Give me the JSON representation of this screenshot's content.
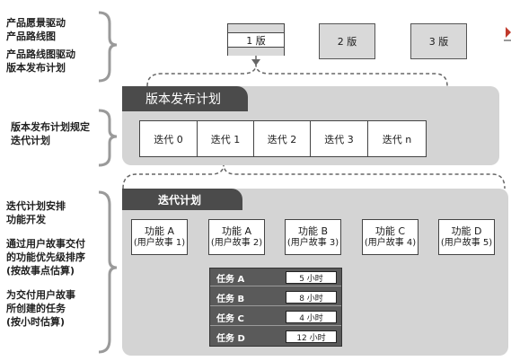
{
  "left_labels": {
    "g1": {
      "l1": "产品愿景驱动",
      "l2": "产品路线图",
      "l3": "产品路线图驱动",
      "l4": "版本发布计划"
    },
    "g2": {
      "l1": "版本发布计划规定",
      "l2": "迭代计划"
    },
    "g3": {
      "l1": "迭代计划安排",
      "l2": "功能开发",
      "l3": "通过用户故事交付",
      "l4": "的功能优先级排序",
      "l5": "(按故事点估算)",
      "l6": "为交付用户故事",
      "l7": "所创建的任务",
      "l8": "(按小时估算)"
    }
  },
  "releases": [
    "1 版",
    "2 版",
    "3 版"
  ],
  "release_panel": {
    "title": "版本发布计划",
    "iterations": [
      "迭代 0",
      "迭代 1",
      "迭代 2",
      "迭代 3",
      "迭代 n"
    ]
  },
  "iteration_panel": {
    "title": "迭代计划",
    "features": [
      {
        "name": "功能 A",
        "story": "(用户故事 1)"
      },
      {
        "name": "功能 A",
        "story": "(用户故事 2)"
      },
      {
        "name": "功能 B",
        "story": "(用户故事 3)"
      },
      {
        "name": "功能 C",
        "story": "(用户故事 4)"
      },
      {
        "name": "功能 D",
        "story": "(用户故事 5)"
      }
    ],
    "tasks": [
      {
        "name": "任务 A",
        "hours": "5 小时"
      },
      {
        "name": "任务 B",
        "hours": "8 小时"
      },
      {
        "name": "任务 C",
        "hours": "4 小时"
      },
      {
        "name": "任务 D",
        "hours": "12 小时"
      }
    ]
  },
  "colors": {
    "panel": "#d4d4d4",
    "tab": "#4b4b4b",
    "task_row": "#5a5a5a"
  }
}
